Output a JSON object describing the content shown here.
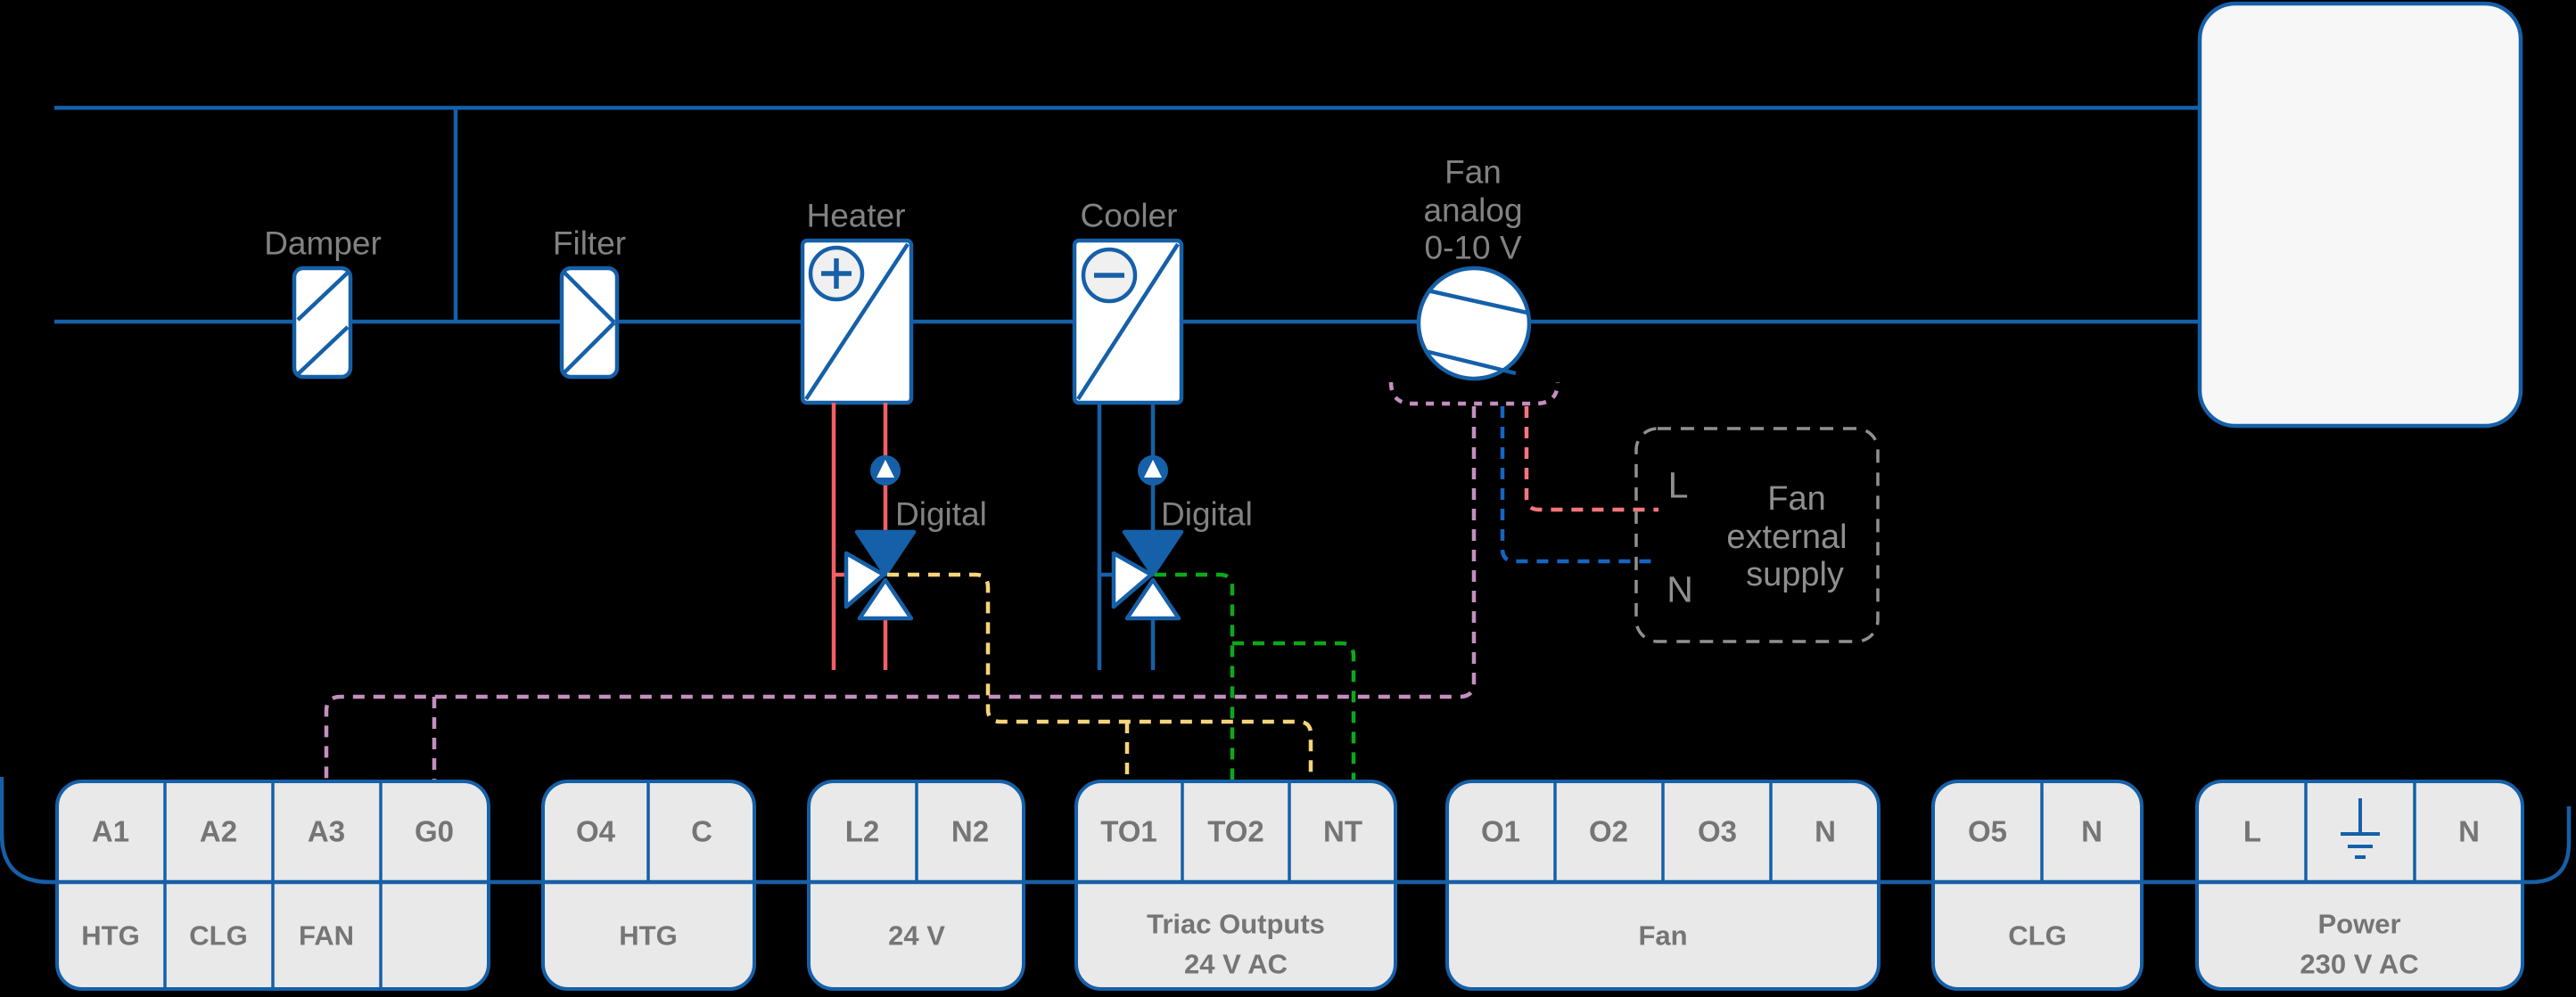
{
  "colors": {
    "background": "#000000",
    "line_blue": "#1560a8",
    "pipe_red": "#f25f66",
    "wire_yellow": "#f5d47b",
    "wire_green": "#0ca81c",
    "wire_pink": "#c48fc0",
    "wire_salmon": "#f5757c",
    "wire_blue_dashed": "#1565c0",
    "component_label_gray": "#828282",
    "terminal_text_gray": "#757575",
    "terminal_fill": "#e9e9e9",
    "controller_box_fill": "#f7f7f7",
    "dashed_box_gray": "#909090"
  },
  "components": {
    "damper": {
      "label": "Damper"
    },
    "filter": {
      "label": "Filter"
    },
    "heater": {
      "label": "Heater",
      "symbol": "plus-icon",
      "valve_label": "Digital"
    },
    "cooler": {
      "label": "Cooler",
      "symbol": "minus-icon",
      "valve_label": "Digital"
    },
    "fan": {
      "label_line1": "Fan",
      "label_line2": "analog",
      "label_line3": "0-10 V"
    },
    "external_supply": {
      "line1": "Fan",
      "line2": "external",
      "line3": "supply",
      "l_label": "L",
      "n_label": "N"
    }
  },
  "terminals": {
    "blocks": [
      {
        "cells": [
          "A1",
          "A2",
          "A3",
          "G0"
        ],
        "captions": [
          "HTG",
          "CLG",
          "FAN",
          ""
        ]
      },
      {
        "cells": [
          "O4",
          "C"
        ],
        "caption": "HTG"
      },
      {
        "cells": [
          "L2",
          "N2"
        ],
        "caption": "24 V"
      },
      {
        "cells": [
          "TO1",
          "TO2",
          "NT"
        ],
        "caption_line1": "Triac Outputs",
        "caption_line2": "24 V AC"
      },
      {
        "cells": [
          "O1",
          "O2",
          "O3",
          "N"
        ],
        "caption": "Fan"
      },
      {
        "cells": [
          "O5",
          "N"
        ],
        "caption": "CLG"
      },
      {
        "cells": [
          "L",
          "N"
        ],
        "ground_icon": "earth-ground-icon",
        "caption_line1": "Power",
        "caption_line2": "230 V AC"
      }
    ]
  }
}
